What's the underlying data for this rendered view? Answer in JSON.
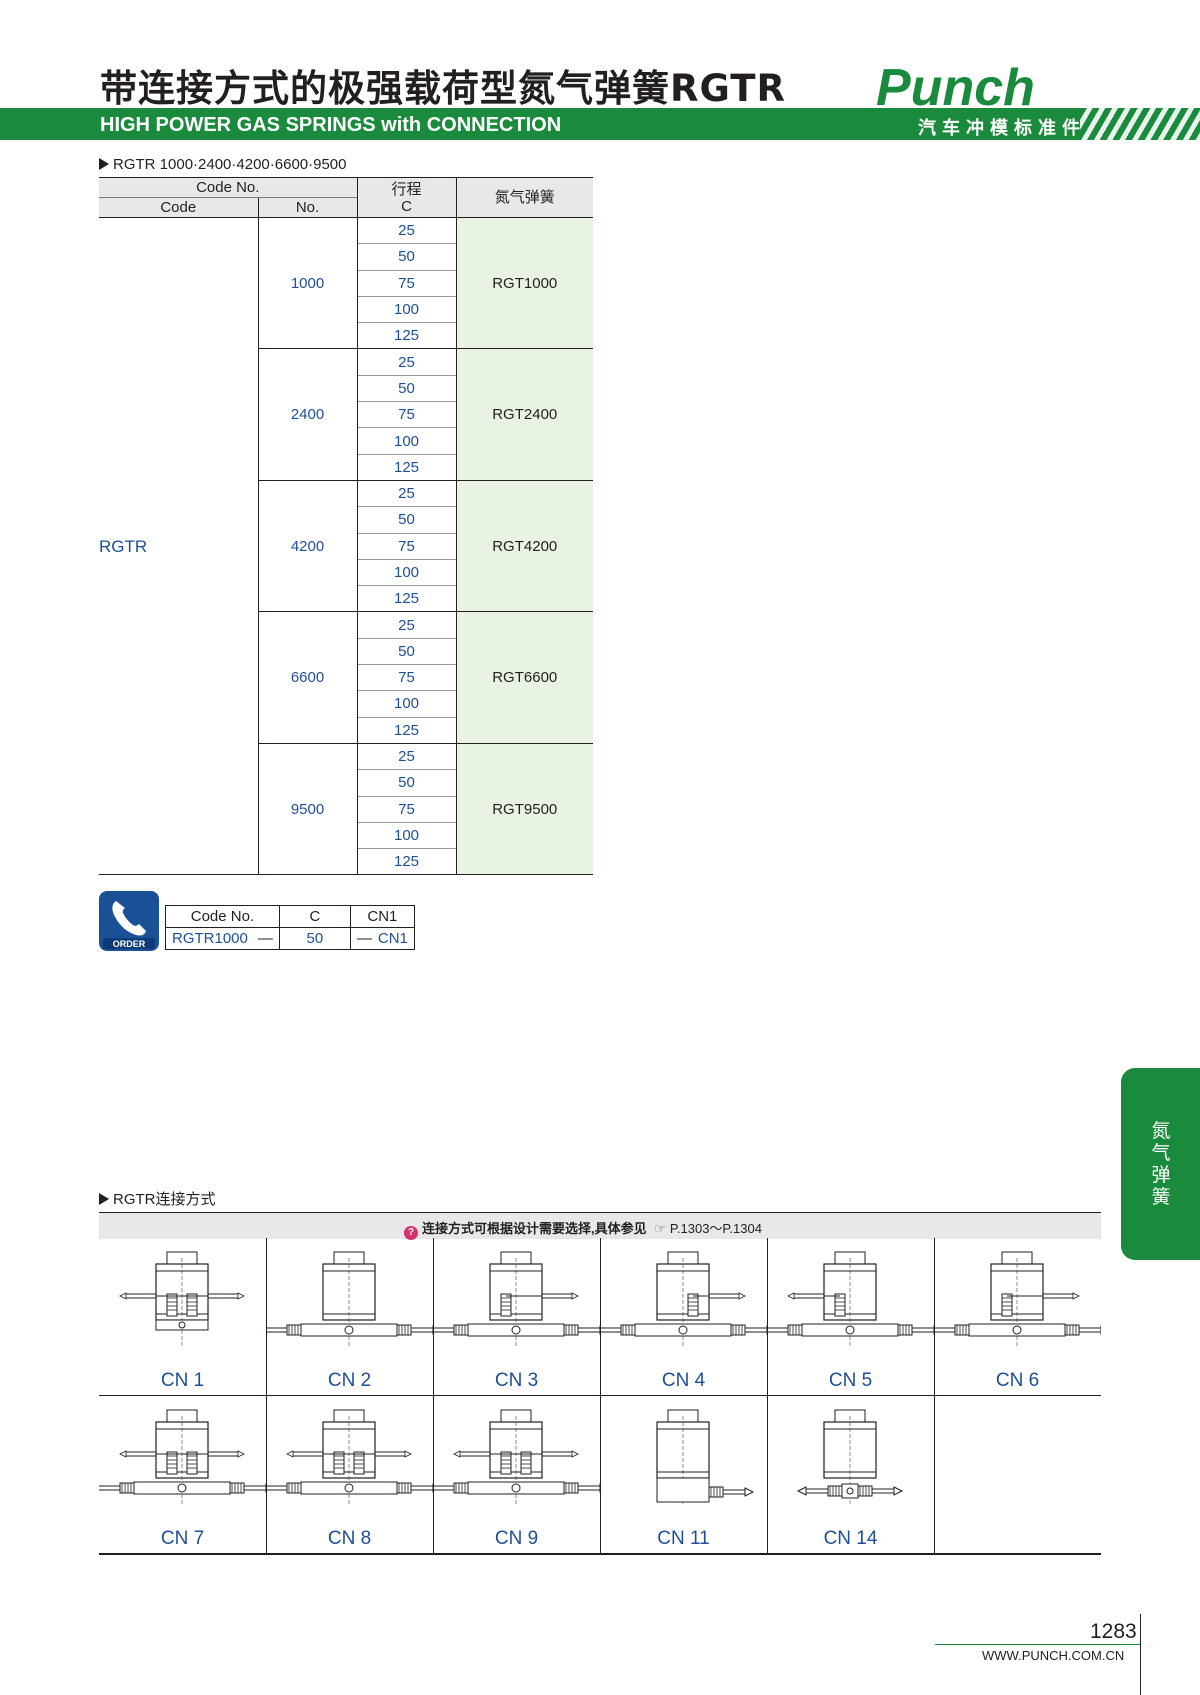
{
  "header": {
    "title_cn": "带连接方式的极强载荷型氮气弹簧RGTR",
    "title_en": "HIGH POWER GAS SPRINGS with CONNECTION",
    "logo_text": "Punch",
    "logo_sub": "汽车冲模标准件"
  },
  "section1": {
    "title": "RGTR 1000·2400·4200·6600·9500"
  },
  "table": {
    "head_code_no": "Code No.",
    "head_code": "Code",
    "head_no": "No.",
    "head_stroke_cn": "行程",
    "head_stroke": "C",
    "head_spring": "氮气弹簧",
    "code": "RGTR",
    "groups": [
      {
        "no": "1000",
        "spring": "RGT1000",
        "strokes": [
          "25",
          "50",
          "75",
          "100",
          "125"
        ]
      },
      {
        "no": "2400",
        "spring": "RGT2400",
        "strokes": [
          "25",
          "50",
          "75",
          "100",
          "125"
        ]
      },
      {
        "no": "4200",
        "spring": "RGT4200",
        "strokes": [
          "25",
          "50",
          "75",
          "100",
          "125"
        ]
      },
      {
        "no": "6600",
        "spring": "RGT6600",
        "strokes": [
          "25",
          "50",
          "75",
          "100",
          "125"
        ]
      },
      {
        "no": "9500",
        "spring": "RGT9500",
        "strokes": [
          "25",
          "50",
          "75",
          "100",
          "125"
        ]
      }
    ]
  },
  "order": {
    "icon_label": "ORDER",
    "head": [
      "Code No.",
      "C",
      "CN1"
    ],
    "example": [
      "RGTR1000",
      "—",
      "50",
      "—",
      "CN1"
    ]
  },
  "section2": {
    "title": "RGTR连接方式",
    "note": "连接方式可根据设计需要选择,具体参见",
    "note_ref": "P.1303～P.1304",
    "note_icon": "reference-hand-icon"
  },
  "connections": [
    {
      "label": "CN 1",
      "type": "top2"
    },
    {
      "label": "CN 2",
      "type": "bottom2"
    },
    {
      "label": "CN 3",
      "type": "top1bottom2"
    },
    {
      "label": "CN 4",
      "type": "top1rbottom2"
    },
    {
      "label": "CN 5",
      "type": "top1lbottom2"
    },
    {
      "label": "CN 6",
      "type": "top1bottom2b"
    },
    {
      "label": "CN 7",
      "type": "top2bottom2"
    },
    {
      "label": "CN 8",
      "type": "top2bottom2b"
    },
    {
      "label": "CN 9",
      "type": "top2bottom2c"
    },
    {
      "label": "CN 11",
      "type": "plainright"
    },
    {
      "label": "CN 14",
      "type": "plainblock"
    }
  ],
  "side_tab": "氮气弹簧",
  "footer": {
    "page": "1283",
    "url": "WWW.PUNCH.COM.CN"
  },
  "colors": {
    "brand_green": "#1a8a3c",
    "link_blue": "#1e4f96",
    "cell_green": "#e8f3e3"
  }
}
